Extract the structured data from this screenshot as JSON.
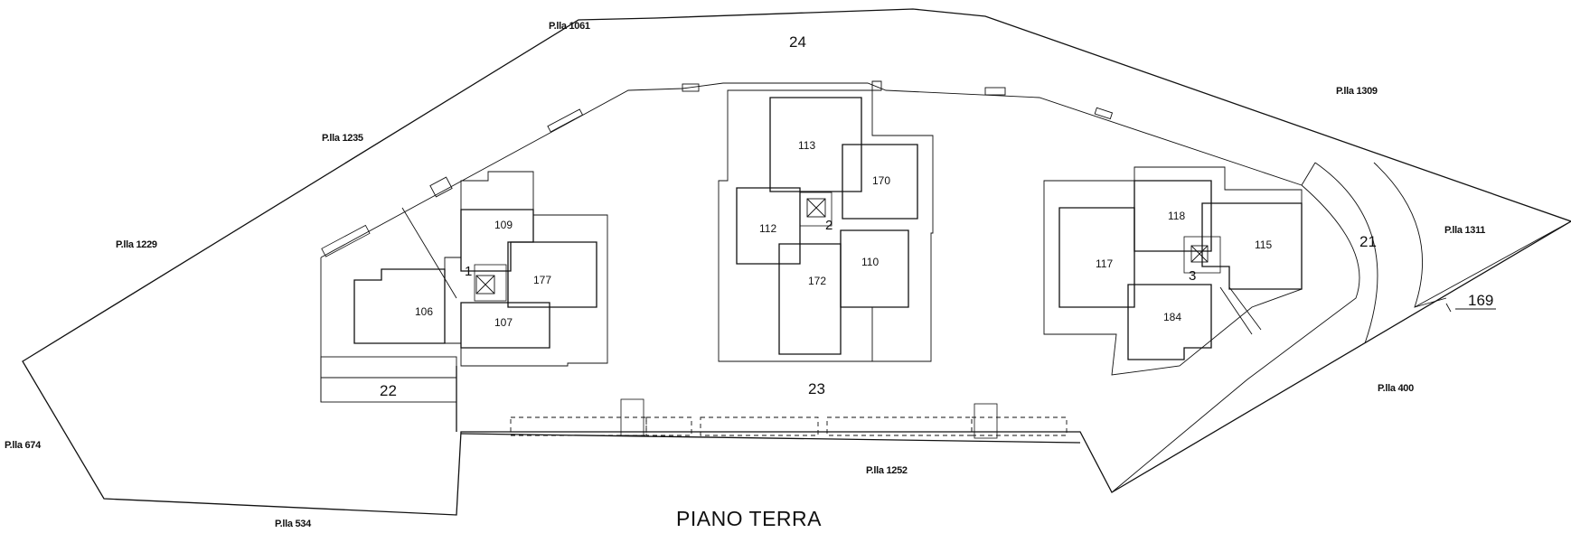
{
  "title": "PIANO TERRA",
  "parcels": {
    "p1061": "P.lla 1061",
    "p1235": "P.lla 1235",
    "p1229": "P.lla 1229",
    "p674": "P.lla 674",
    "p534": "P.lla 534",
    "p1309": "P.lla 1309",
    "p1311": "P.lla 1311",
    "p400": "P.lla 400",
    "p1252": "P.lla 1252"
  },
  "zones": {
    "z24": "24",
    "z23": "23",
    "z22": "22",
    "z21": "21",
    "z169": "169"
  },
  "staircases": {
    "s1": "1",
    "s2": "2",
    "s3": "3"
  },
  "units": {
    "u109": "109",
    "u177": "177",
    "u106": "106",
    "u107": "107",
    "u113": "113",
    "u170": "170",
    "u112": "112",
    "u110": "110",
    "u172": "172",
    "u118": "118",
    "u115": "115",
    "u117": "117",
    "u184": "184"
  }
}
